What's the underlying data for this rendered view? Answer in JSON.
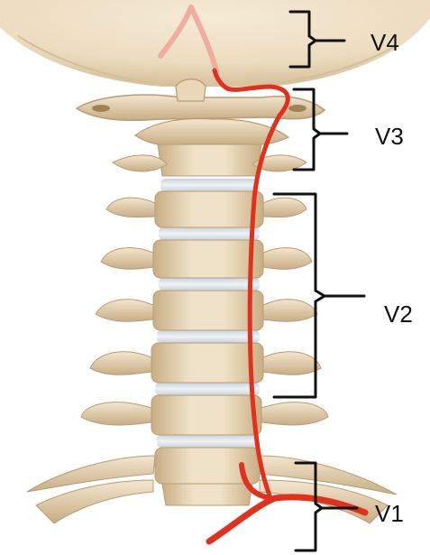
{
  "diagram": {
    "segments": [
      {
        "id": "V4",
        "label": "V4"
      },
      {
        "id": "V3",
        "label": "V3"
      },
      {
        "id": "V2",
        "label": "V2"
      },
      {
        "id": "V1",
        "label": "V1"
      }
    ]
  },
  "colors": {
    "bone": "#eddcc0",
    "bone_shadow": "#cdb48d",
    "bone_dark": "#b89c72",
    "disc": "#dce4ea",
    "artery": "#e0301e",
    "bracket": "#111111",
    "watermark": "#d8d8d8"
  }
}
